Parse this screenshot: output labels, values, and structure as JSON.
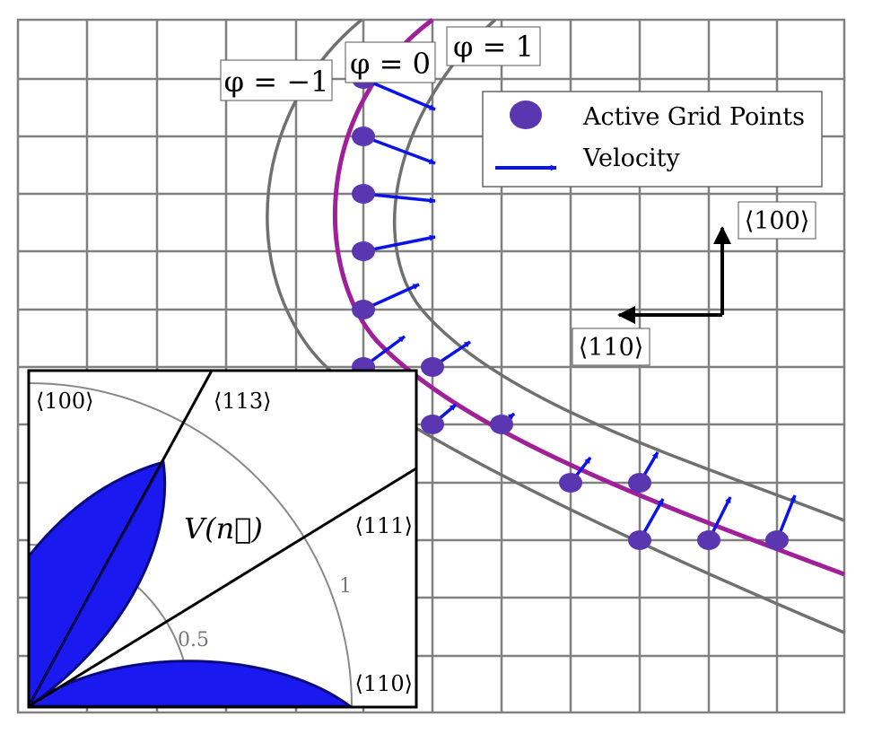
{
  "level_sets": {
    "phi_minus": "φ = −1",
    "phi_zero": "φ = 0",
    "phi_plus": "φ = 1"
  },
  "legend": {
    "active_points": "Active Grid Points",
    "velocity": "Velocity"
  },
  "directions": {
    "d100": "⟨100⟩",
    "d110": "⟨110⟩"
  },
  "inset": {
    "d100": "⟨100⟩",
    "d113": "⟨113⟩",
    "d111": "⟨111⟩",
    "d110": "⟨110⟩",
    "velocity_label": "V(n⃗)",
    "radius_half": "0.5",
    "radius_one": "1"
  },
  "colors": {
    "grid": "#808080",
    "interface": "#a0209a",
    "offset_curves": "#707070",
    "points": "#5a37b0",
    "arrows": "#0a14e6",
    "petals": "#1a1af0",
    "petal_outline": "#0a0a80"
  }
}
